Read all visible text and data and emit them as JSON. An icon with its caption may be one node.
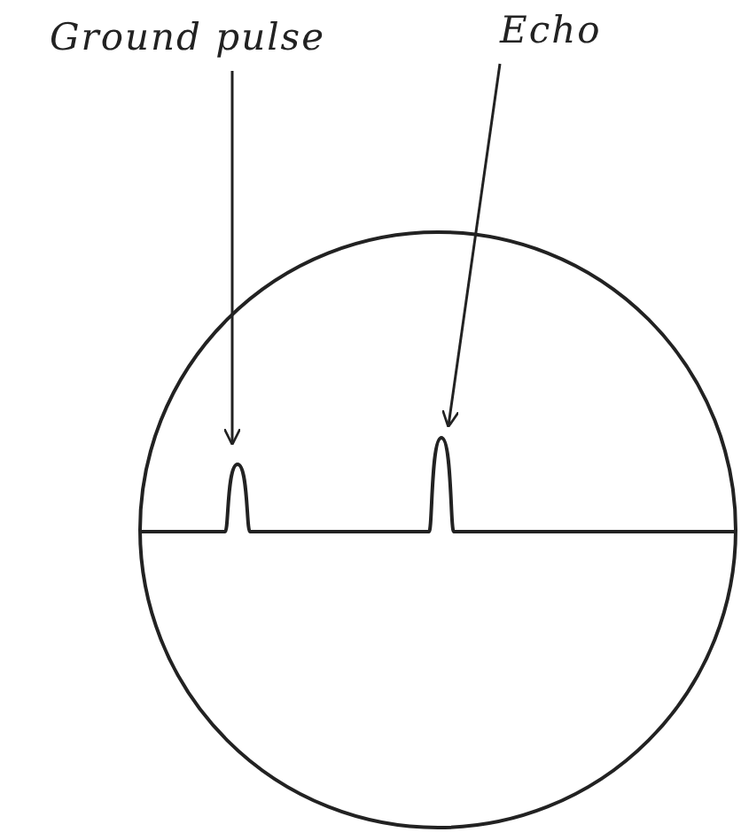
{
  "diagram": {
    "nodes": [
      {
        "text": [
          "Ground pulse"
        ]
      },
      {
        "text": [
          "Echo"
        ]
      }
    ],
    "edges": [
      {
        "from": 0,
        "to": null,
        "arrow": "to"
      },
      {
        "from": 1,
        "to": null,
        "arrow": "to"
      }
    ]
  }
}
